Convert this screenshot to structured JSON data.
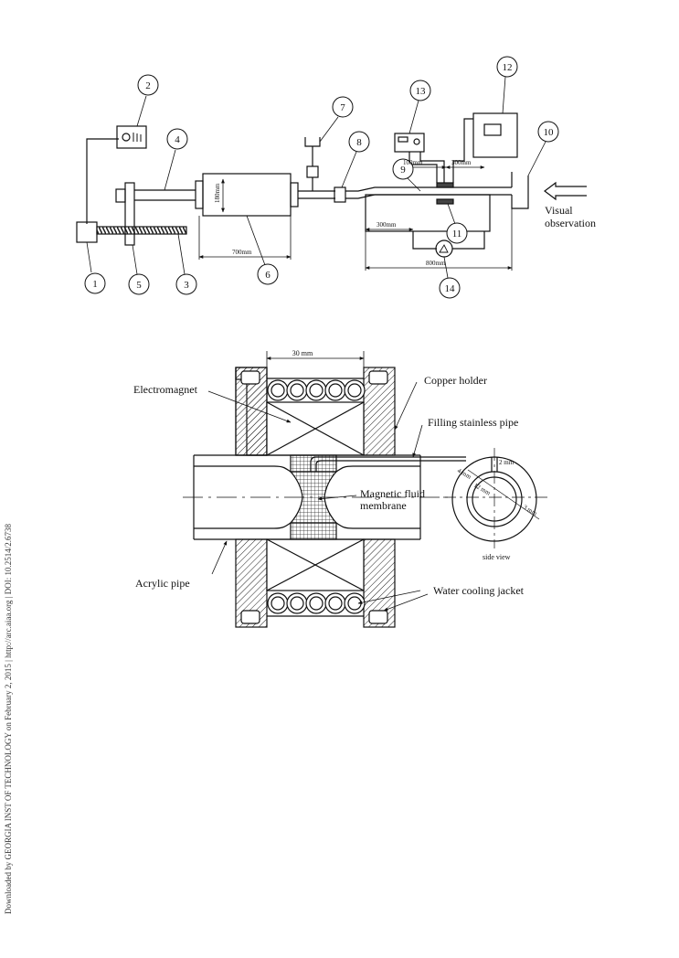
{
  "sidebar_text": "Downloaded by GEORGIA INST OF TECHNOLOGY on February 2, 2015 | http://arc.aiaa.org | DOI: 10.2514/2.6738",
  "figure1": {
    "numbers": [
      "1",
      "2",
      "3",
      "4",
      "5",
      "6",
      "7",
      "8",
      "9",
      "10",
      "11",
      "12",
      "13",
      "14"
    ],
    "dims": {
      "d100": "100mm",
      "d300top": "300mm",
      "d180": "180mm",
      "d700": "700mm",
      "d300b": "300mm",
      "d800": "800mm"
    },
    "observation_line1": "Visual",
    "observation_line2": "observation"
  },
  "figure2": {
    "dim_30": "30 mm",
    "electromagnet": "Electromagnet",
    "copper_holder": "Copper holder",
    "filling_pipe": "Filling stainless pipe",
    "mf_line1": "Magnetic fluid",
    "mf_line2": "membrane",
    "acrylic_pipe": "Acrylic pipe",
    "water_jacket": "Water cooling  jacket",
    "side_view": "side view",
    "sv_2mm": "2 mm",
    "sv_4mm": "4 mm",
    "sv_12mm": "12 mm",
    "sv_3mm": "3 mm"
  }
}
